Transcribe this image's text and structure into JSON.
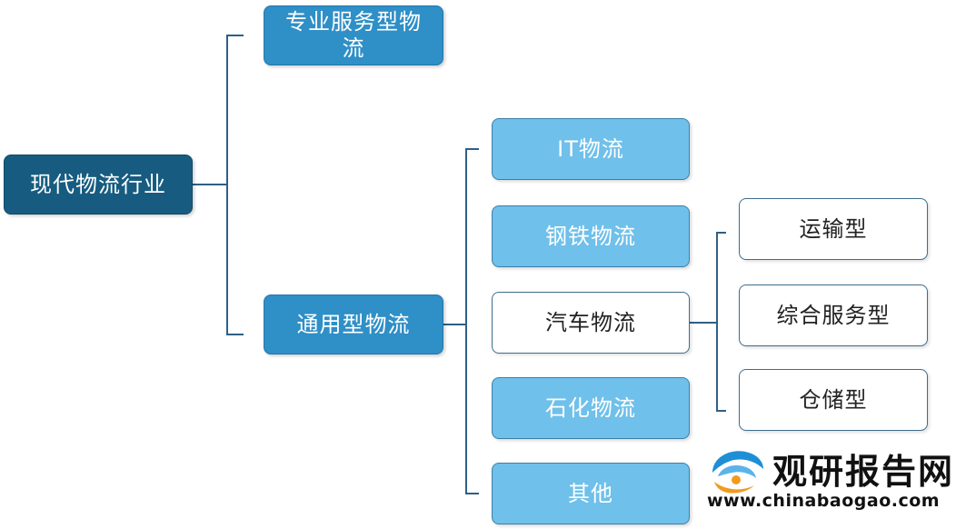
{
  "diagram": {
    "root": "现代物流行业",
    "specialized": "专业服务型物流",
    "general": "通用型物流",
    "categories": [
      "IT物流",
      "钢铁物流",
      "汽车物流",
      "石化物流",
      "其他"
    ],
    "auto_types": [
      "运输型",
      "综合服务型",
      "仓储型"
    ]
  },
  "watermark": {
    "name": "观研报告网",
    "url": "www.chinabaogao.com"
  },
  "colors": {
    "dark_node": "#175c80",
    "mid_node": "#2f8fc7",
    "light_node": "#6fc0ea",
    "outline_border": "#3f6d8c",
    "connector": "#2f5f85",
    "logo_blue": "#1e8fd6",
    "logo_orange": "#f39a1e"
  }
}
